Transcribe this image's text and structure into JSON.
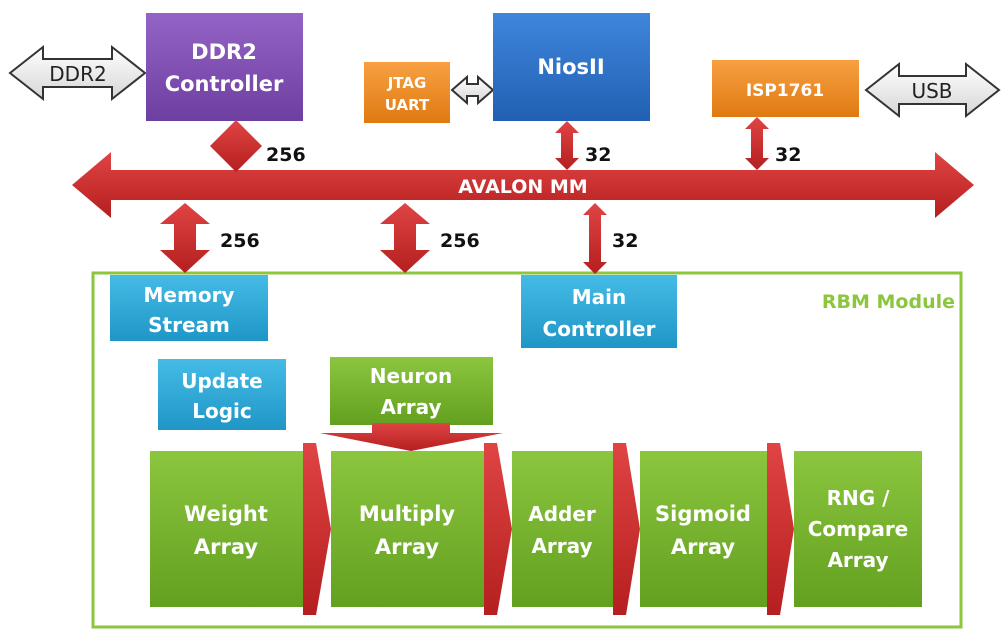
{
  "external": {
    "ddr2": "DDR2",
    "usb": "USB"
  },
  "blocks": {
    "ddr2_controller": [
      "DDR2",
      "Controller"
    ],
    "jtag_uart": [
      "JTAG",
      "UART"
    ],
    "niosii": "NiosII",
    "isp1761": "ISP1761",
    "memory_stream": [
      "Memory",
      "Stream"
    ],
    "main_controller": [
      "Main",
      "Controller"
    ],
    "update_logic": [
      "Update",
      "Logic"
    ],
    "neuron_array": [
      "Neuron",
      "Array"
    ],
    "weight_array": [
      "Weight",
      "Array"
    ],
    "multiply_array": [
      "Multiply",
      "Array"
    ],
    "adder_array": [
      "Adder",
      "Array"
    ],
    "sigmoid_array": [
      "Sigmoid",
      "Array"
    ],
    "rng_compare_array": [
      "RNG /",
      "Compare",
      "Array"
    ]
  },
  "bus": {
    "label": "AVALON MM"
  },
  "widths": {
    "ddr2_ctrl_link": "256",
    "niosii_link": "32",
    "isp1761_link": "32",
    "memory_stream_link": "256",
    "neuron_array_link": "256",
    "main_controller_link": "32"
  },
  "module": {
    "label": "RBM Module"
  },
  "colors": {
    "purple": "#7f4fb0",
    "blue": "#2d72c8",
    "orange": "#f08a1f",
    "cyan": "#2ea9d8",
    "green": "#76b82a",
    "red": "#cc2a2a",
    "module_border": "#8cc63f"
  }
}
